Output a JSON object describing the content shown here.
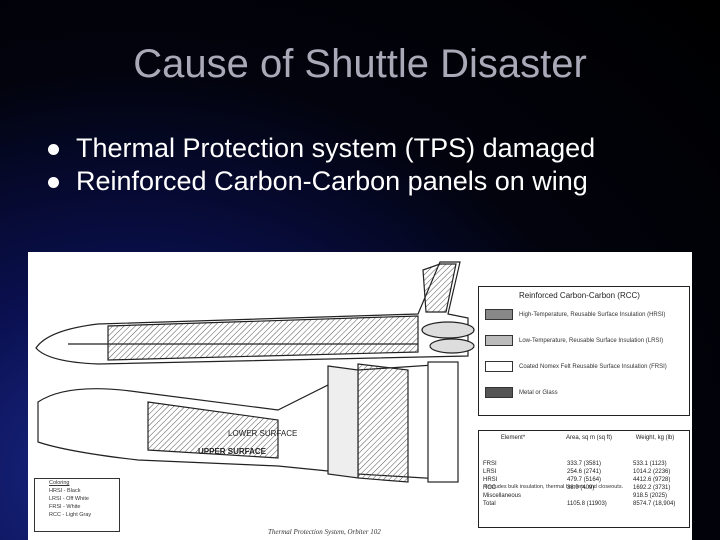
{
  "slide": {
    "title": "Cause of Shuttle Disaster",
    "bullets": [
      "Thermal Protection system (TPS) damaged",
      "Reinforced Carbon-Carbon panels on wing"
    ]
  },
  "figure": {
    "caption": "Thermal Protection System, Orbiter 102",
    "legend": {
      "title": "Reinforced Carbon-Carbon (RCC)",
      "rows": [
        "High-Temperature, Reusable Surface Insulation (HRSI)",
        "Low-Temperature, Reusable Surface Insulation (LRSI)",
        "Coated Nomex Felt Reusable Surface Insulation (FRSI)",
        "Metal or Glass"
      ]
    },
    "surface_labels": {
      "lower": "LOWER SURFACE",
      "upper": "UPPER SURFACE"
    },
    "coloring": {
      "title": "Coloring",
      "rows": [
        "HRSI - Black",
        "LRSI - Off White",
        "FRSI - White",
        "RCC - Light Gray"
      ]
    },
    "table": {
      "headers": [
        "Element*",
        "Area, sq m (sq ft)",
        "Weight, kg (lb)"
      ],
      "rows": [
        [
          "FRSI",
          "333.7 (3581)",
          "533.1 (1123)"
        ],
        [
          "LRSI",
          "254.6 (2741)",
          "1014.2 (2236)"
        ],
        [
          "HRSI",
          "479.7 (5164)",
          "4412.6 (9728)"
        ],
        [
          "RCC",
          "38.0 (409)",
          "1692.2 (3731)"
        ],
        [
          "Miscellaneous",
          "",
          "918.5 (2025)"
        ],
        [
          "Total",
          "1105.8 (11903)",
          "8574.7 (18,904)"
        ]
      ],
      "footnote": "*Includes bulk insulation, thermal barriers, and closeouts."
    }
  }
}
